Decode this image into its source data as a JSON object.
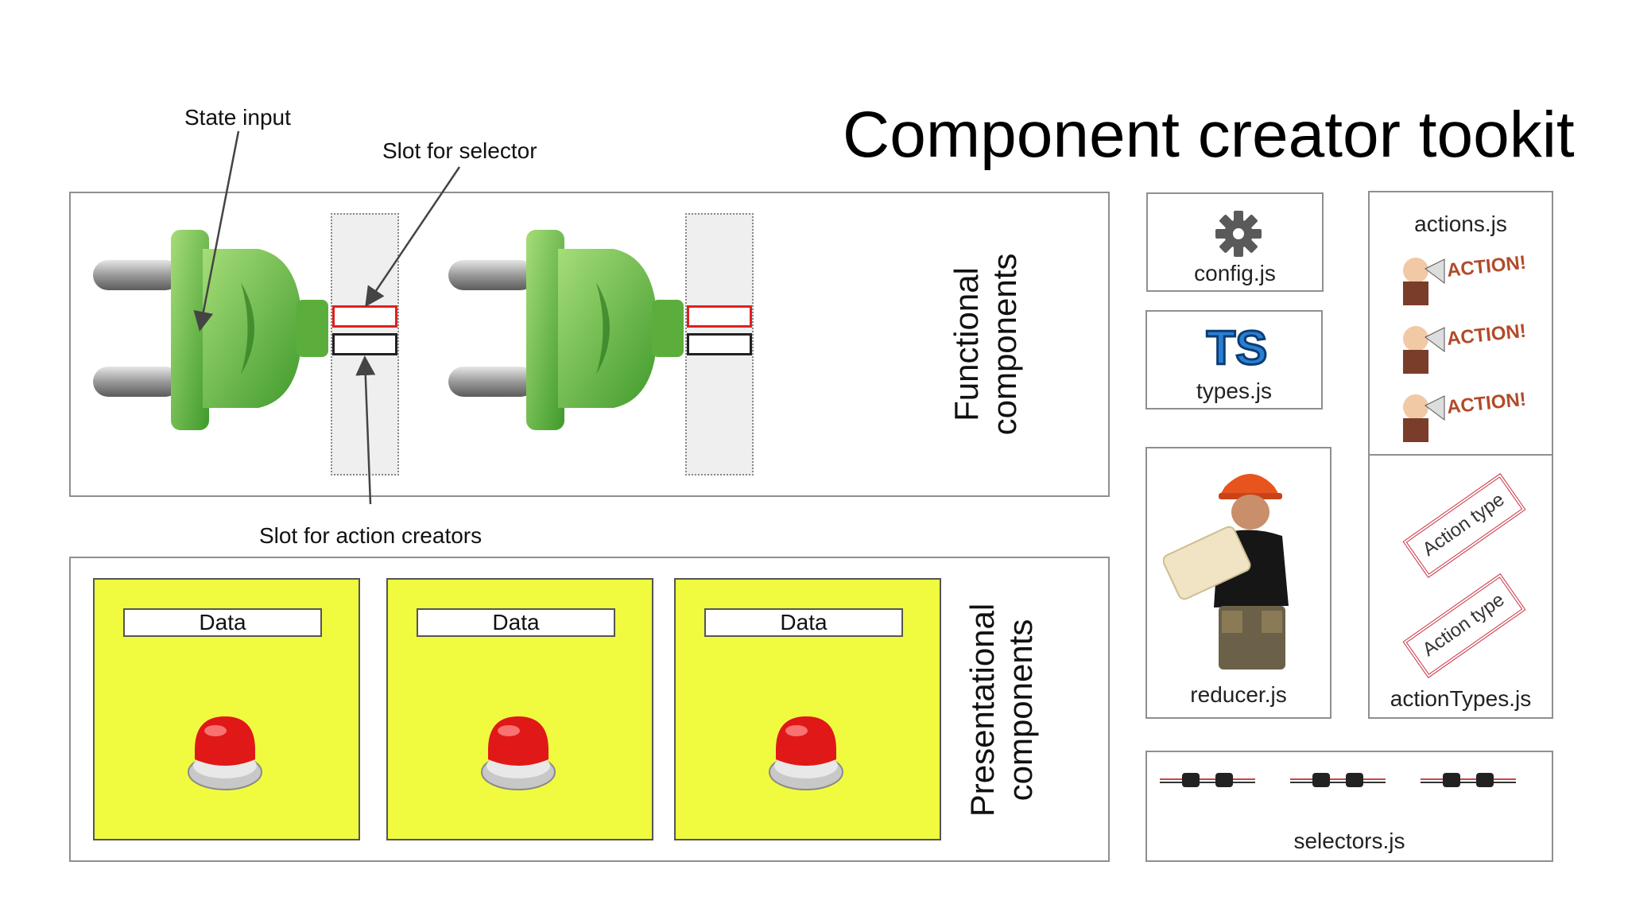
{
  "title": "Component creator tookit",
  "annotations": {
    "state_input": "State input",
    "slot_selector": "Slot for selector",
    "slot_action_creators": "Slot for action creators"
  },
  "sections": {
    "functional": "Functional components",
    "presentational": "Presentational components"
  },
  "presentational": {
    "cards": [
      {
        "data_label": "Data"
      },
      {
        "data_label": "Data"
      },
      {
        "data_label": "Data"
      }
    ]
  },
  "files": {
    "config": "config.js",
    "types": "types.js",
    "types_logo": "TS",
    "reducer": "reducer.js",
    "actions": "actions.js",
    "action_shout": "ACTION!",
    "action_types": "actionTypes.js",
    "action_type_stamp": "Action type",
    "selectors": "selectors.js"
  },
  "colors": {
    "plug_green": "#6cc04a",
    "card_yellow": "#f0fb40",
    "button_red": "#e01818",
    "selector_slot_red": "#e02020"
  }
}
